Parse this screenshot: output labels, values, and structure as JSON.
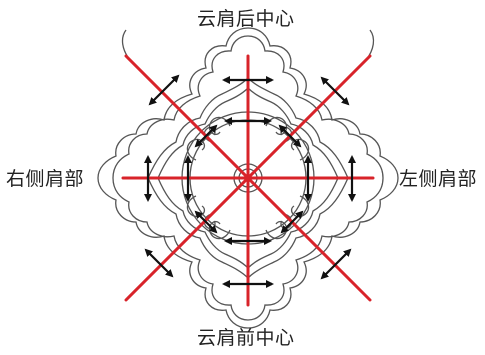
{
  "labels": {
    "top": "云肩后中心",
    "bottom": "云肩前中心",
    "left": "右侧肩部",
    "right": "左侧肩部"
  },
  "colors": {
    "axis_lines": "#d8232a",
    "ornament_outline": "#555555",
    "arrows": "#111111",
    "background": "#ffffff"
  },
  "icons": {
    "arrow": "double-headed-arrow-icon"
  }
}
